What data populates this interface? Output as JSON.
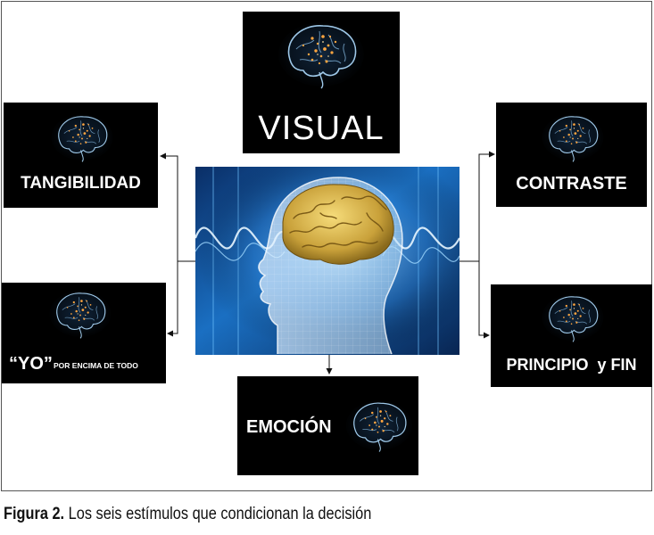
{
  "boxes": {
    "visual": {
      "label": "VISUAL"
    },
    "tangibilidad": {
      "label": "TANGIBILIDAD"
    },
    "contraste": {
      "label": "CONTRASTE"
    },
    "yo": {
      "label": "“YO”",
      "sublabel": "POR ENCIMA DE TODO"
    },
    "principio": {
      "label": "PRINCIPIO  y FIN"
    },
    "emocion": {
      "label": "EMOCIÓN"
    }
  },
  "caption": {
    "label": "Figura 2.",
    "text": " Los seis estímulos que condicionan la decisión"
  },
  "colors": {
    "box_background": "#000000",
    "brain_outline": "#9ec8e8",
    "brain_sparks": "#ff9a3c",
    "center_background": "#0a3a7a",
    "center_brain": "#d9b54a"
  }
}
